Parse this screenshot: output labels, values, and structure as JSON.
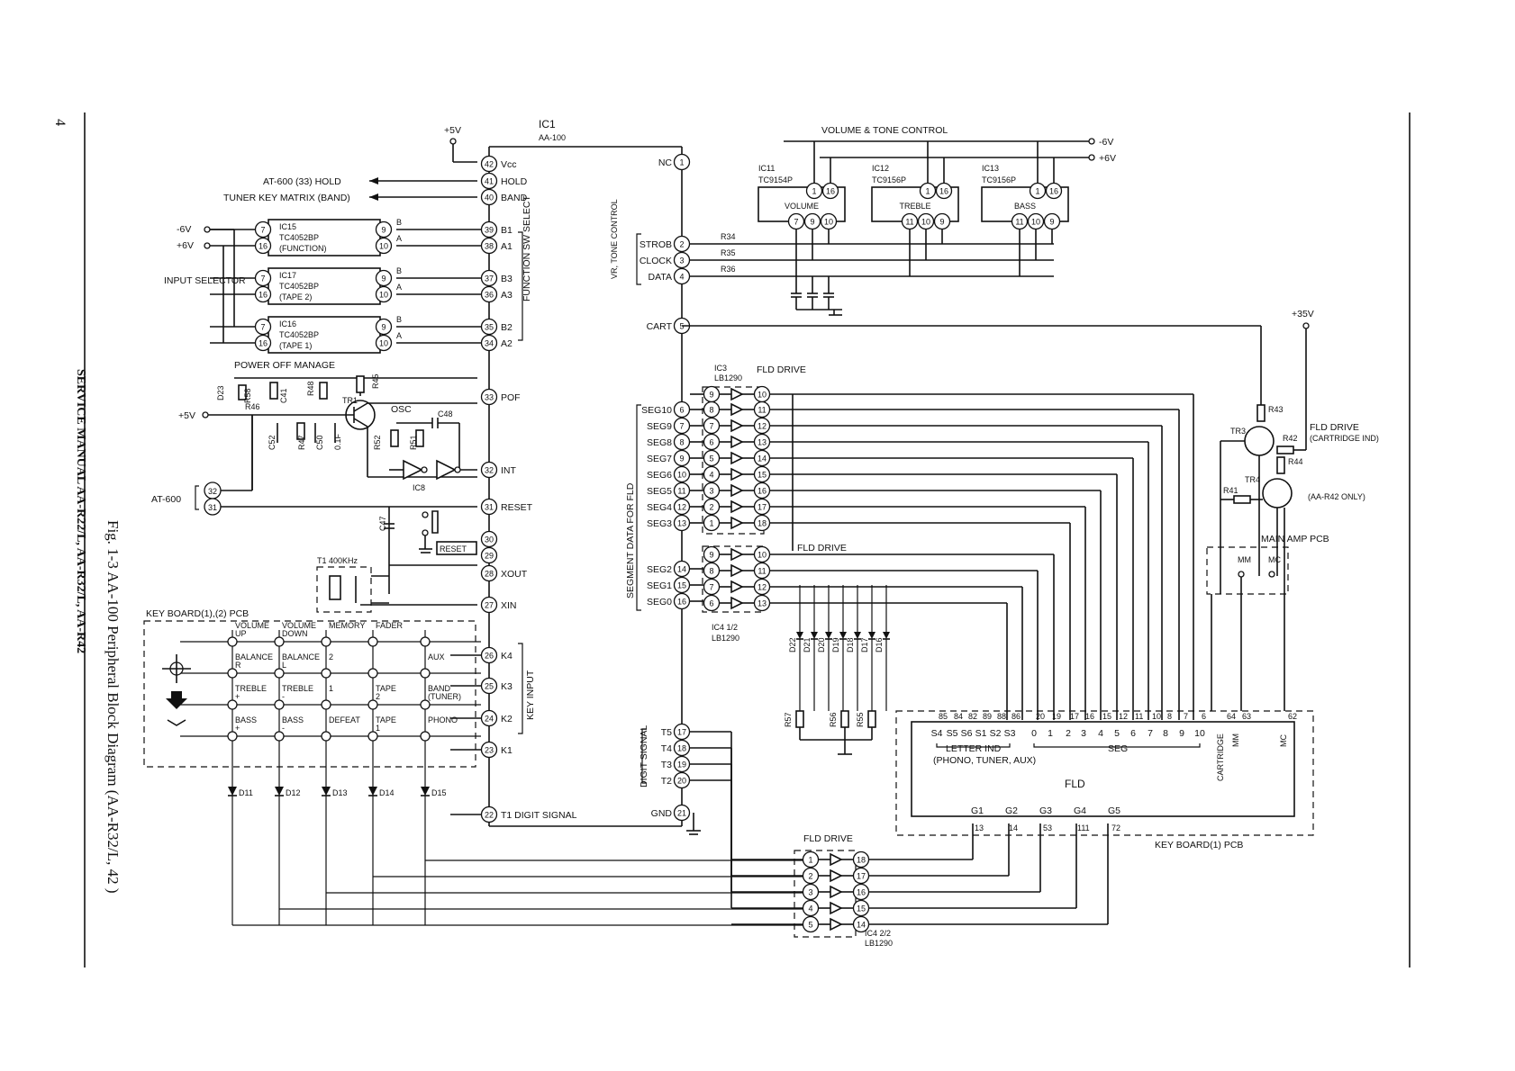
{
  "page": {
    "number": "4",
    "side_title": "SERVICE MANUAL AA-R22/L, AA-R32/L, AA-R42",
    "fig_caption": "Fig. 1-3   AA-100 Peripheral Block Diagram (AA-R32/L, 42 )"
  },
  "ic1": {
    "name": "IC1",
    "part": "AA-100",
    "power": "+5V",
    "left_pins": [
      {
        "num": "42",
        "label": "Vcc"
      },
      {
        "num": "41",
        "label": "HOLD"
      },
      {
        "num": "40",
        "label": "BAND"
      },
      {
        "num": "39",
        "label": "B1"
      },
      {
        "num": "38",
        "label": "A1"
      },
      {
        "num": "37",
        "label": "B3"
      },
      {
        "num": "36",
        "label": "A3"
      },
      {
        "num": "35",
        "label": "B2"
      },
      {
        "num": "34",
        "label": "A2"
      },
      {
        "num": "33",
        "label": "POF"
      },
      {
        "num": "32",
        "label": "INT"
      },
      {
        "num": "31",
        "label": "RESET"
      },
      {
        "num": "30",
        "label": ""
      },
      {
        "num": "29",
        "label": ""
      },
      {
        "num": "28",
        "label": "XOUT"
      },
      {
        "num": "27",
        "label": "XIN"
      },
      {
        "num": "26",
        "label": "K4"
      },
      {
        "num": "25",
        "label": "K3"
      },
      {
        "num": "24",
        "label": "K2"
      },
      {
        "num": "23",
        "label": "K1"
      },
      {
        "num": "22",
        "label": "T1  DIGIT SIGNAL"
      }
    ],
    "right_pins": [
      {
        "num": "1",
        "label": "NC"
      },
      {
        "num": "2",
        "label": "STROB"
      },
      {
        "num": "3",
        "label": "CLOCK"
      },
      {
        "num": "4",
        "label": "DATA"
      },
      {
        "num": "5",
        "label": "CART"
      },
      {
        "num": "6",
        "label": "SEG10"
      },
      {
        "num": "7",
        "label": "SEG9"
      },
      {
        "num": "8",
        "label": "SEG8"
      },
      {
        "num": "9",
        "label": "SEG7"
      },
      {
        "num": "10",
        "label": "SEG6"
      },
      {
        "num": "11",
        "label": "SEG5"
      },
      {
        "num": "12",
        "label": "SEG4"
      },
      {
        "num": "13",
        "label": "SEG3"
      },
      {
        "num": "14",
        "label": "SEG2"
      },
      {
        "num": "15",
        "label": "SEG1"
      },
      {
        "num": "16",
        "label": "SEG0"
      },
      {
        "num": "17",
        "label": "T5"
      },
      {
        "num": "18",
        "label": "T4"
      },
      {
        "num": "19",
        "label": "T3"
      },
      {
        "num": "20",
        "label": "T2"
      },
      {
        "num": "21",
        "label": "GND"
      }
    ],
    "group_function_sw": "FUNCTION SW SELECT",
    "group_key_input": "KEY INPUT",
    "group_vr_tone": "VR, TONE CONTROL",
    "group_segment": "SEGMENT DATA FOR FLD",
    "group_digit": "DIGIT SIGNAL"
  },
  "outputs": {
    "at600_hold": "AT-600 (33) HOLD",
    "tuner_key": "TUNER KEY MATRIX (BAND)",
    "at600": "AT-600",
    "at600_pin32": "32",
    "at600_pin31": "31"
  },
  "selector": {
    "title": "INPUT SELECTOR",
    "neg": "-6V",
    "pos": "+6V",
    "ics": [
      {
        "name": "IC15",
        "part": "TC4052BP",
        "func": "(FUNCTION)"
      },
      {
        "name": "IC17",
        "part": "TC4052BP",
        "func": "(TAPE 2)"
      },
      {
        "name": "IC16",
        "part": "TC4052BP",
        "func": "(TAPE 1)"
      }
    ],
    "pins": [
      "7",
      "16",
      "9",
      "10"
    ],
    "b": "B",
    "a": "A"
  },
  "power_off": {
    "title": "POWER OFF MANAGE",
    "supply": "+5V",
    "labels": [
      "D23",
      "R58",
      "R46",
      "C41",
      "R48",
      "TR1",
      "R45",
      "C52",
      "R47",
      "C50",
      "0.1F"
    ]
  },
  "osc": {
    "title": "OSC",
    "labels": [
      "C48",
      "R52",
      "R51",
      "IC8"
    ],
    "crystal": "T1 400KHz",
    "cap": "C47",
    "reset": "RESET"
  },
  "tone": {
    "title": "VOLUME & TONE CONTROL",
    "neg": "-6V",
    "pos": "+6V",
    "res": [
      "R34",
      "R35",
      "R36"
    ],
    "ics": [
      {
        "name": "IC11",
        "part": "TC9154P",
        "func": "VOLUME",
        "pins": [
          "1",
          "16",
          "7",
          "9",
          "10"
        ]
      },
      {
        "name": "IC12",
        "part": "TC9156P",
        "func": "TREBLE",
        "pins": [
          "1",
          "16",
          "11",
          "10",
          "9"
        ]
      },
      {
        "name": "IC13",
        "part": "TC9156P",
        "func": "BASS",
        "pins": [
          "1",
          "16",
          "11",
          "10",
          "9"
        ]
      }
    ]
  },
  "fld_drive": {
    "title": "FLD DRIVE",
    "ic3_name": "IC3",
    "ic3_part": "LB1290",
    "ic4a_name": "IC4 1/2",
    "ic4a_part": "LB1290",
    "ic4b_name": "IC4 2/2",
    "ic4b_part": "LB1290",
    "top_in": [
      "9",
      "8",
      "7",
      "6",
      "5",
      "4",
      "3",
      "2",
      "1"
    ],
    "top_out": [
      "10",
      "11",
      "12",
      "13",
      "14",
      "15",
      "16",
      "17",
      "18"
    ],
    "mid_in": [
      "9",
      "8",
      "7",
      "6"
    ],
    "mid_out": [
      "10",
      "11",
      "12",
      "13"
    ],
    "bot_in": [
      "1",
      "2",
      "3",
      "4",
      "5"
    ],
    "bot_out": [
      "18",
      "17",
      "16",
      "15",
      "14"
    ]
  },
  "diodes_seg": [
    "D22",
    "D21",
    "D20",
    "D19",
    "D18",
    "D17",
    "D16"
  ],
  "res_seg": [
    "R57",
    "R56",
    "R55"
  ],
  "fld": {
    "title": "FLD",
    "letter_ind": "LETTER IND",
    "letter_ind_sub": "(PHONO, TUNER, AUX)",
    "seg": "SEG",
    "seg_labels": [
      "S4",
      "S5",
      "S6",
      "S1",
      "S2",
      "S3",
      "0",
      "1",
      "2",
      "3",
      "4",
      "5",
      "6",
      "7",
      "8",
      "9",
      "10"
    ],
    "pin_nums": [
      "85",
      "84",
      "82",
      "89",
      "88",
      "86",
      "20",
      "19",
      "17",
      "16",
      "15",
      "12",
      "11",
      "10",
      "8",
      "7",
      "6",
      "64",
      "63",
      "62"
    ],
    "grids": [
      "G1",
      "G2",
      "G3",
      "G4",
      "G5"
    ],
    "grid_pins": [
      "13",
      "14",
      "53",
      "111",
      "72"
    ],
    "cartridge": "CARTRIDGE",
    "mm": "MM",
    "mc": "MC",
    "board": "KEY BOARD(1) PCB"
  },
  "cart_drive": {
    "supply": "+35V",
    "title": "FLD DRIVE",
    "subtitle": "(CARTRIDGE IND)",
    "labels": [
      "R43",
      "TR3",
      "R42",
      "R44",
      "TR4",
      "R41"
    ],
    "note": "(AA-R42 ONLY)",
    "main_amp": "MAIN AMP PCB",
    "mm": "MM",
    "mc": "MC"
  },
  "keyboard": {
    "title": "KEY BOARD(1),(2) PCB",
    "rows": [
      [
        "VOLUME UP",
        "VOLUME DOWN",
        "MEMORY",
        "FADER",
        ""
      ],
      [
        "BALANCE R",
        "BALANCE L",
        "2",
        "",
        "AUX"
      ],
      [
        "TREBLE +",
        "TREBLE -",
        "1",
        "TAPE 2",
        "BAND (TUNER)"
      ],
      [
        "BASS +",
        "BASS -",
        "DEFEAT",
        "TAPE 1",
        "PHONO"
      ]
    ],
    "diodes": [
      "D11",
      "D12",
      "D13",
      "D14",
      "D15"
    ]
  }
}
